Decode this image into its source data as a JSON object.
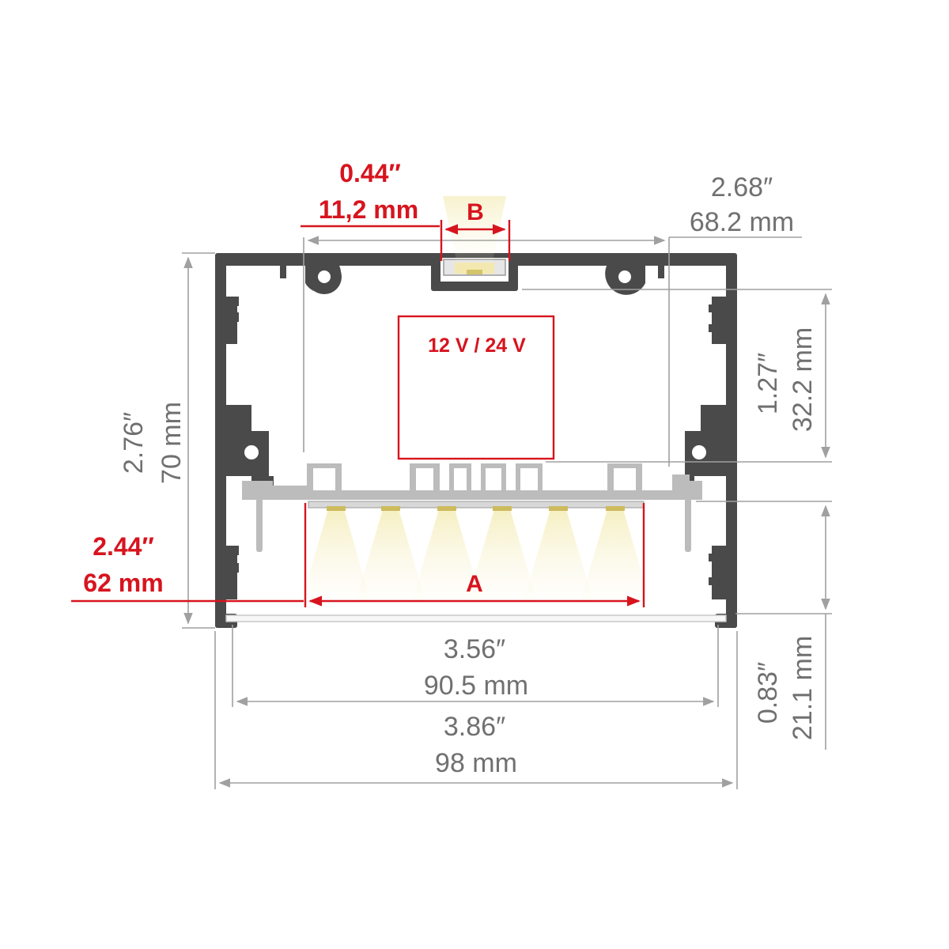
{
  "colors": {
    "profile": "#4a4a4a",
    "insert": "#bcbcbc",
    "dimension_gray": "#707070",
    "highlight_red": "#d7141e",
    "light_beam": "#f4efc2"
  },
  "dimensions": {
    "top_opening": {
      "inch": "0.44″",
      "mm": "11,2 mm"
    },
    "inner_top_width": {
      "inch": "2.68″",
      "mm": "68.2 mm"
    },
    "total_height": {
      "inch": "2.76″",
      "mm": "70 mm"
    },
    "upper_cavity_height": {
      "inch": "1.27″",
      "mm": "32.2 mm"
    },
    "led_strip_width": {
      "inch": "2.44″",
      "mm": "62 mm"
    },
    "diffuser_width": {
      "inch": "3.56″",
      "mm": "90.5 mm"
    },
    "lower_cavity_height": {
      "inch": "0.83″",
      "mm": "21.1 mm"
    },
    "total_width": {
      "inch": "3.86″",
      "mm": "98 mm"
    }
  },
  "labels": {
    "slot_b": "B",
    "slot_a": "A",
    "power_supply": "12 V / 24 V"
  }
}
